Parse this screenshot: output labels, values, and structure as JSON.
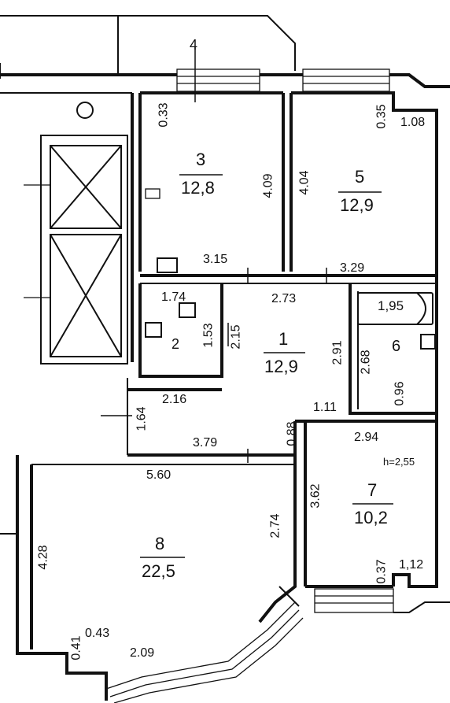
{
  "rooms": [
    {
      "id": "1",
      "number": "1",
      "area": "12,9"
    },
    {
      "id": "2",
      "number": "2",
      "area": ""
    },
    {
      "id": "3",
      "number": "3",
      "area": "12,8"
    },
    {
      "id": "4",
      "number": "4",
      "area": ""
    },
    {
      "id": "5",
      "number": "5",
      "area": "12,9"
    },
    {
      "id": "6",
      "number": "6",
      "area": ""
    },
    {
      "id": "7",
      "number": "7",
      "area": "10,2"
    },
    {
      "id": "8",
      "number": "8",
      "area": "22,5"
    }
  ],
  "dimensions": {
    "d_0_33": "0.33",
    "d_0_35": "0.35",
    "d_1_08": "1.08",
    "d_4_09": "4.09",
    "d_4_04": "4.04",
    "d_3_15": "3.15",
    "d_3_29": "3.29",
    "d_1_74": "1.74",
    "d_1_53": "1.53",
    "d_2_15": "2.15",
    "d_2_73": "2.73",
    "d_1_95": "1,95",
    "d_2_91": "2.91",
    "d_2_68": "2.68",
    "d_0_96": "0.96",
    "d_2_16": "2.16",
    "d_1_64": "1.64",
    "d_1_11": "1.11",
    "d_0_88": "0.88",
    "d_3_79": "3.79",
    "d_2_94": "2.94",
    "d_5_60": "5.60",
    "d_3_62": "3.62",
    "d_2_74": "2.74",
    "d_4_28": "4.28",
    "d_0_37": "0.37",
    "d_1_12": "1,12",
    "d_0_41": "0.41",
    "d_0_43": "0.43",
    "d_2_09": "2.09"
  },
  "ceiling_height": "h=2,55"
}
